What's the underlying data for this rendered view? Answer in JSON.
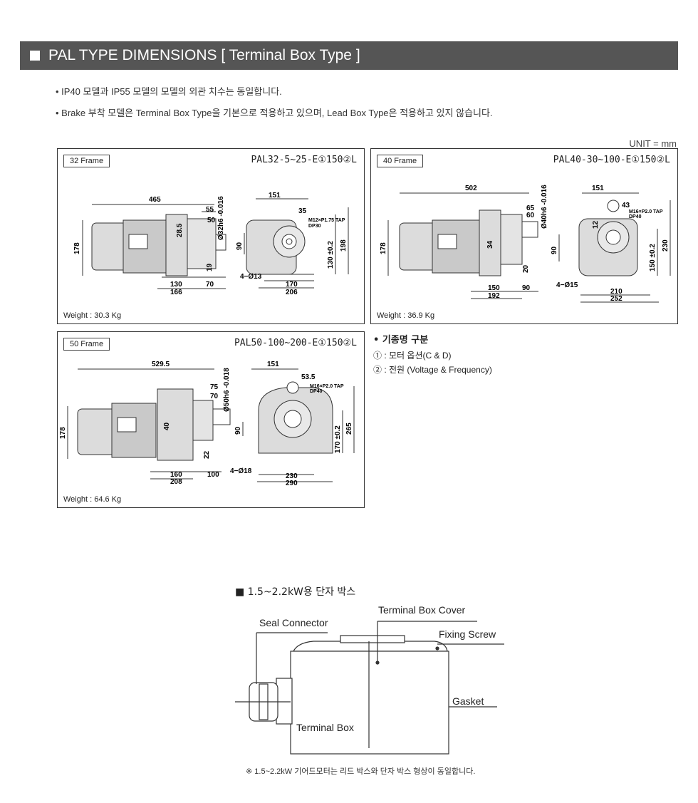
{
  "header": {
    "title": "PAL TYPE DIMENSIONS [ Terminal Box Type ]"
  },
  "notes": [
    "• IP40 모델과 IP55 모델의 모델의 외관 치수는 동일합니다.",
    "• Brake 부착 모델은 Terminal Box Type을 기본으로 적용하고 있으며, Lead Box Type은 적용하고 있지 않습니다."
  ],
  "unit": "UNIT = mm",
  "frames": [
    {
      "tag": "32 Frame",
      "model": "PAL32-5~25-E①150②L",
      "weight": "Weight : 30.3 Kg",
      "dims": {
        "length": "465",
        "d55": "55",
        "d50": "50",
        "shaft": "Ø32h6 -0.016",
        "d28": "28.5",
        "h178": "178",
        "d19": "19",
        "d130": "130",
        "d70": "70",
        "d166": "166",
        "w151": "151",
        "d35": "35",
        "tap": "M12×P1.75 TAP",
        "dp": "DP30",
        "d90": "90",
        "h130": "130 ±0.2",
        "h198": "198",
        "holes": "4−Ø13",
        "w170": "170",
        "w206": "206"
      }
    },
    {
      "tag": "40 Frame",
      "model": "PAL40-30~100-E①150②L",
      "weight": "Weight : 36.9 Kg",
      "dims": {
        "length": "502",
        "d65": "65",
        "d60": "60",
        "shaft": "Ø40h6 -0.016",
        "d34": "34",
        "h178": "178",
        "d20": "20",
        "d150": "150",
        "d90b": "90",
        "d192": "192",
        "w151": "151",
        "d43": "43",
        "tap": "M16×P2.0 TAP",
        "dp": "DP40",
        "d12": "12",
        "d90": "90",
        "h150": "150 ±0.2",
        "h230": "230",
        "holes": "4−Ø15",
        "w210": "210",
        "w252": "252"
      }
    },
    {
      "tag": "50 Frame",
      "model": "PAL50-100~200-E①150②L",
      "weight": "Weight : 64.6 Kg",
      "dims": {
        "length": "529.5",
        "d75": "75",
        "d70": "70",
        "shaft": "Ø50h6 -0.018",
        "d40": "40",
        "h178": "178",
        "d22": "22",
        "d160": "160",
        "d100": "100",
        "d208": "208",
        "w151": "151",
        "d53": "53.5",
        "tap": "M16×P2.0 TAP",
        "dp": "DP40",
        "d90": "90",
        "h170": "170 ±0.2",
        "h265": "265",
        "holes": "4−Ø18",
        "w230": "230",
        "w290": "290"
      }
    }
  ],
  "legend": {
    "title": "• 기종명 구분",
    "items": [
      "① : 모터 옵션(C & D)",
      "② : 전원 (Voltage & Frequency)"
    ]
  },
  "terminal": {
    "title": "■ 1.5~2.2kW용 단자 박스",
    "labels": {
      "cover": "Terminal Box Cover",
      "seal": "Seal Connector",
      "screw": "Fixing Screw",
      "gasket": "Gasket",
      "box": "Terminal Box"
    },
    "footnote": "※ 1.5~2.2kW 기어드모터는 리드 박스와 단자 박스 형상이 동일합니다."
  }
}
